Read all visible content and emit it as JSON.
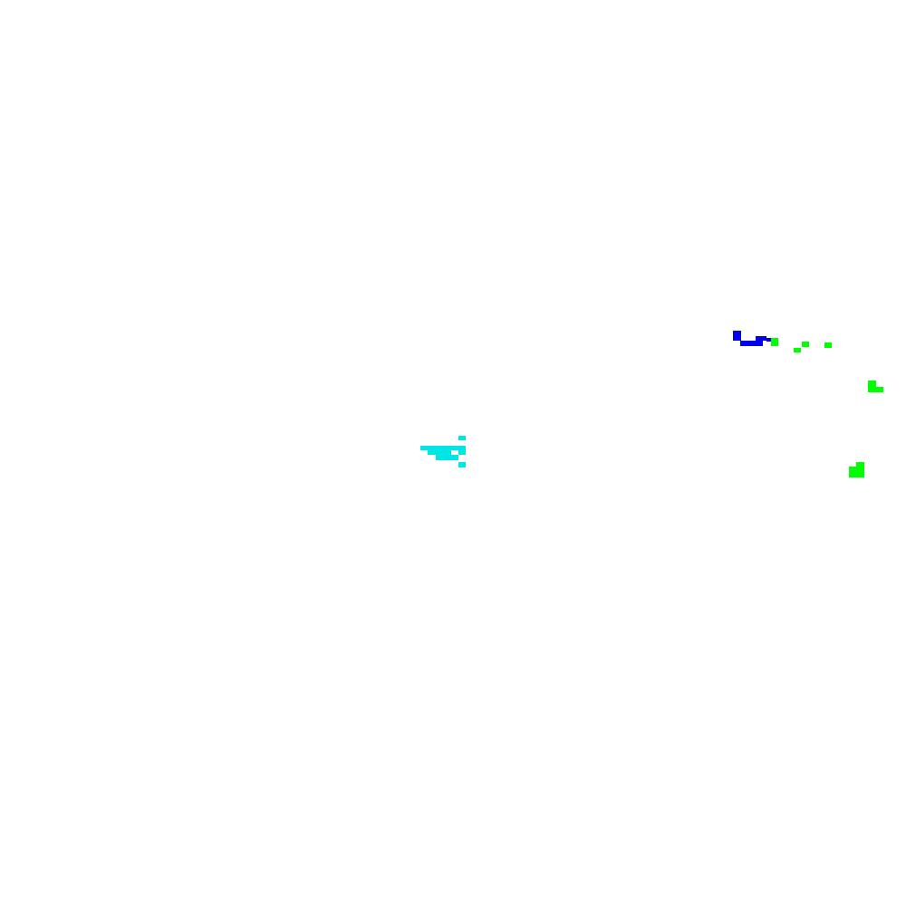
{
  "background_color": "#ffffff",
  "clusters": [
    {
      "name": "cyan-cluster",
      "color": "#00e6e6"
    },
    {
      "name": "blue-cluster",
      "color": "#0000ee"
    },
    {
      "name": "green-cluster",
      "color": "#00ff00"
    }
  ]
}
